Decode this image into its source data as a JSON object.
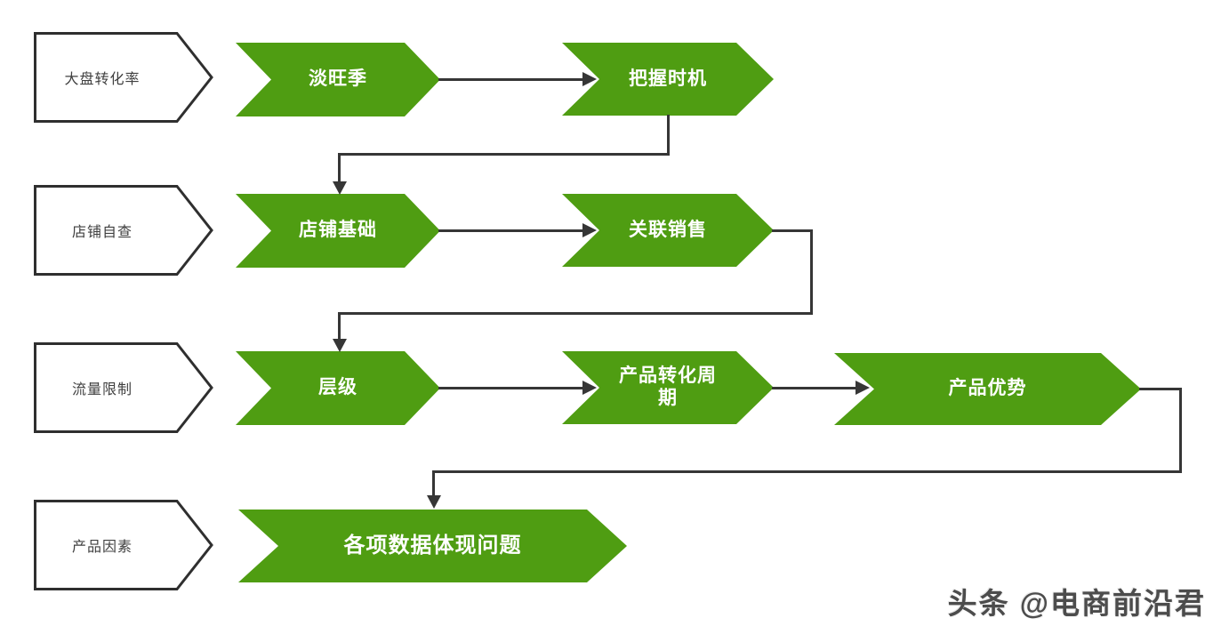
{
  "diagram": {
    "rows": [
      {
        "category": "大盘转化率",
        "steps": [
          "淡旺季",
          "把握时机"
        ]
      },
      {
        "category": "店铺自查",
        "steps": [
          "店铺基础",
          "关联销售"
        ]
      },
      {
        "category": "流量限制",
        "steps": [
          "层级",
          "产品转化周期",
          "产品优势"
        ]
      },
      {
        "category": "产品因素",
        "steps": [
          "各项数据体现问题"
        ]
      }
    ],
    "colors": {
      "step_fill": "#4f9d12",
      "step_text": "#ffffff",
      "connector": "#363636",
      "category_border": "#2f2f2f",
      "category_text": "#404040"
    }
  },
  "watermark": {
    "text": "头条 @电商前沿君"
  }
}
